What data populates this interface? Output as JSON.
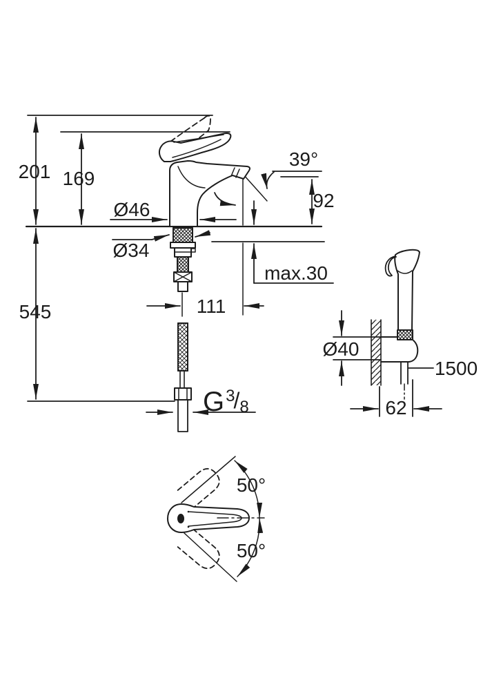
{
  "drawing_title": "single-lever basin mixer with hygiene hand shower - dimensional drawing",
  "colors": {
    "line": "#1c1c1c",
    "background": "#ffffff"
  },
  "labels": {
    "total_height": "201",
    "handle_height": "169",
    "base_diameter": "Ø46",
    "shank_diameter": "Ø34",
    "spout_angle": "39°",
    "spout_height": "92",
    "max_deck": "max.30",
    "spout_reach": "111",
    "supply_length": "545",
    "thread_g": "G",
    "thread_num": "3",
    "thread_slash": "/",
    "thread_den": "8",
    "holder_diameter": "Ø40",
    "shower_hose_length": "1500",
    "holder_depth": "62",
    "swivel_up": "50°",
    "swivel_down": "50°"
  }
}
